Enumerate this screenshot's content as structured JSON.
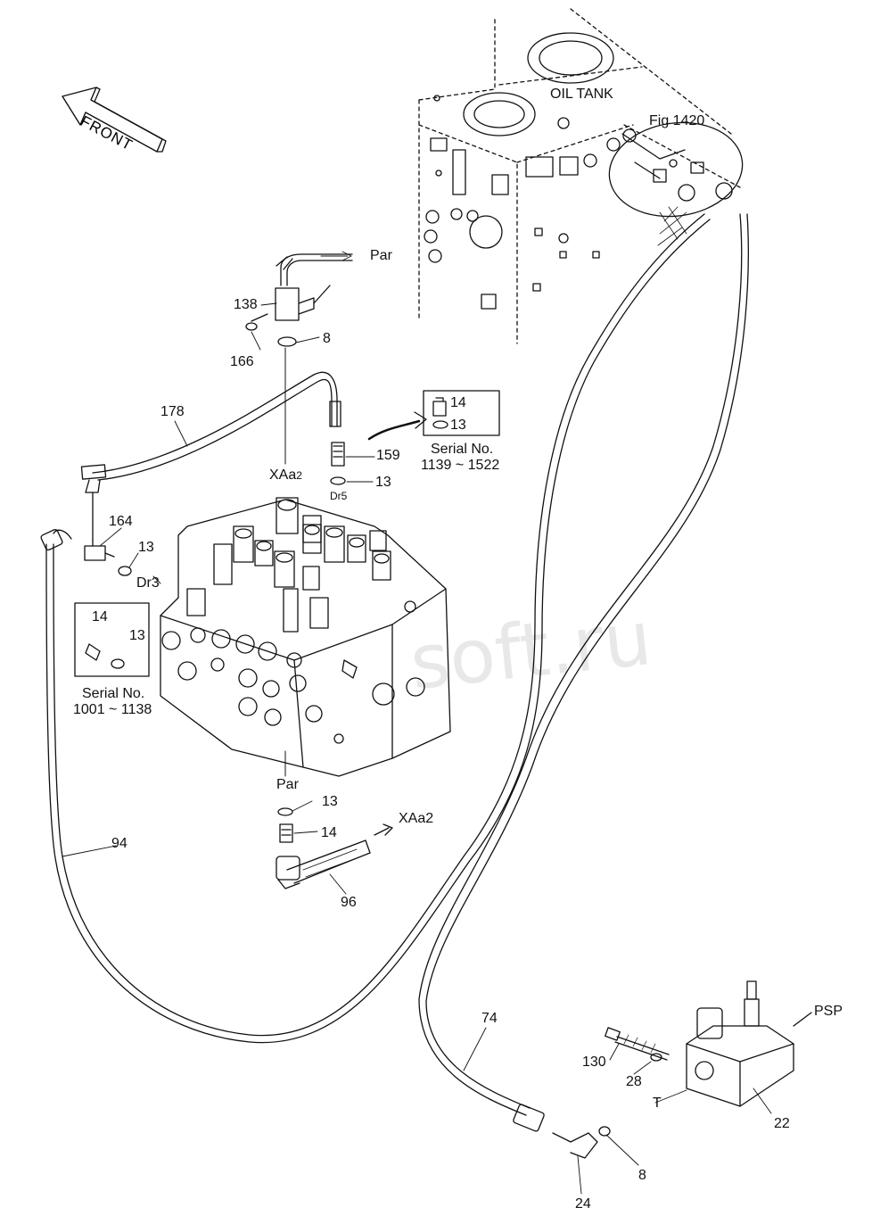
{
  "orientation": {
    "front_label": "FRONT"
  },
  "oil_tank": {
    "label": "OIL TANK",
    "figure_ref": "Fig 1420"
  },
  "ports": {
    "par_top": "Par",
    "xaa2_top": "XAa",
    "xaa2_top_sub": "2",
    "dr5": "Dr5",
    "dr3": "Dr3",
    "par_bottom": "Par",
    "xaa2_bottom": "XAa2",
    "psp": "PSP",
    "t": "T"
  },
  "serial_boxes": [
    {
      "part_a": "14",
      "part_b": "13",
      "serial_label": "Serial No.",
      "serial_range": "1139 ~ 1522"
    },
    {
      "part_a": "14",
      "part_b": "13",
      "serial_label": "Serial No.",
      "serial_range": "1001 ~ 1138"
    }
  ],
  "callouts": {
    "p138": "138",
    "p8_top": "8",
    "p166": "166",
    "p178": "178",
    "p159": "159",
    "p13_dr5": "13",
    "p164": "164",
    "p13_dr3": "13",
    "p13_par": "13",
    "p14_par": "14",
    "p94": "94",
    "p96": "96",
    "p74": "74",
    "p130": "130",
    "p28": "28",
    "p22": "22",
    "p8_bottom": "8",
    "p24": "24"
  },
  "watermark": "soft.ru"
}
